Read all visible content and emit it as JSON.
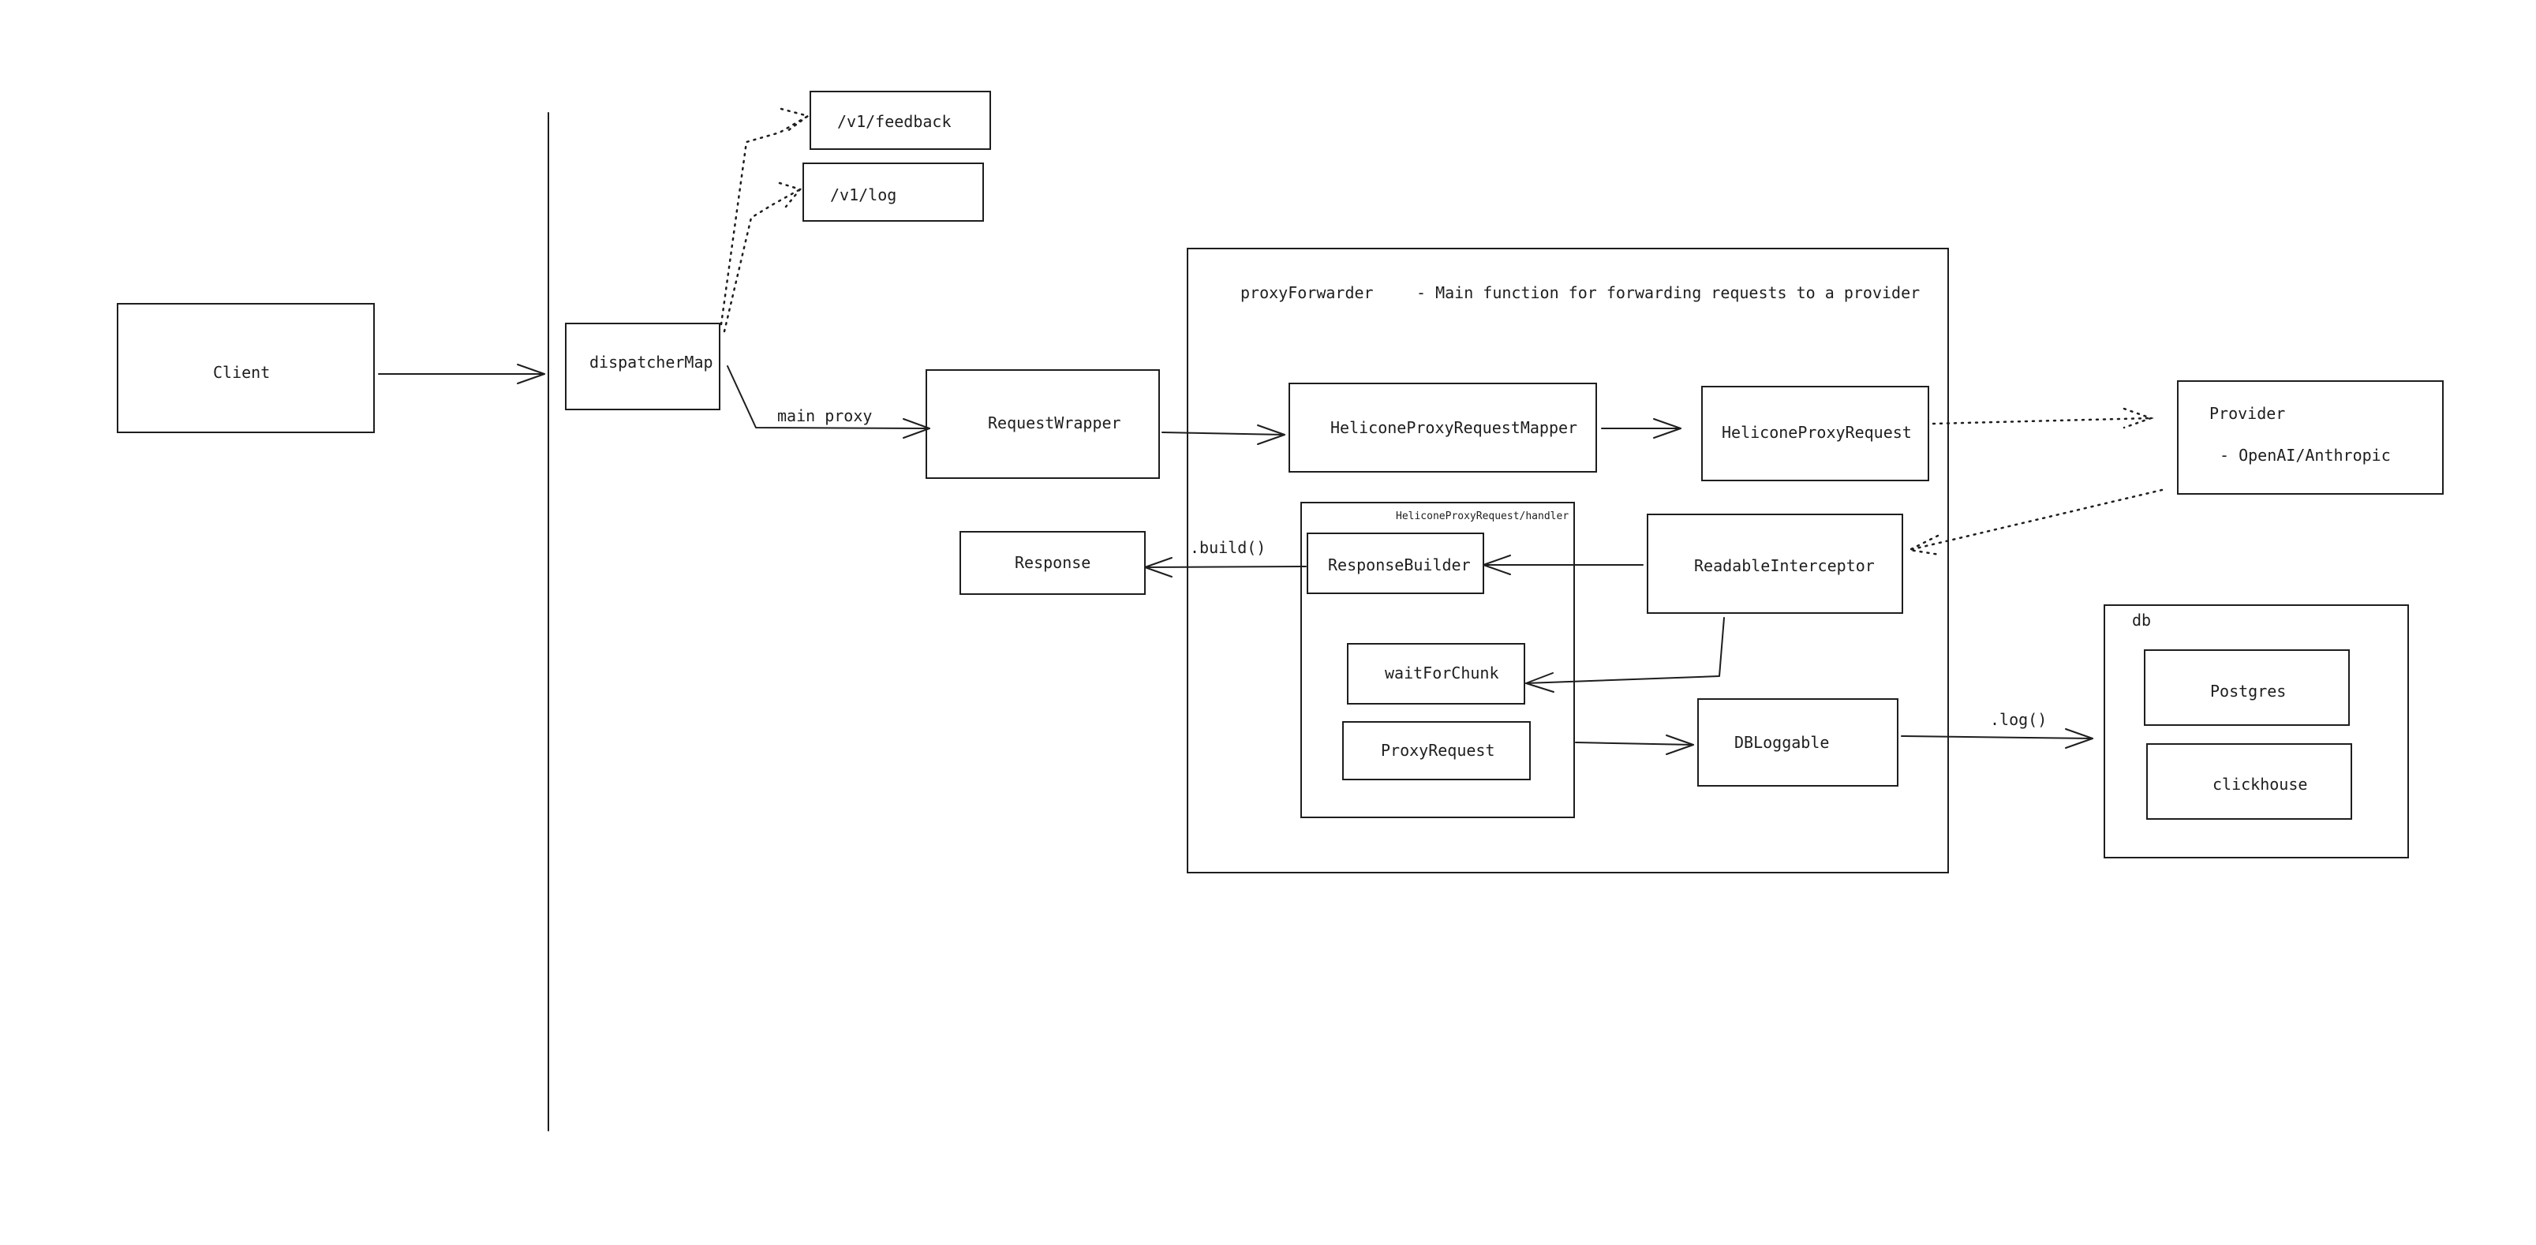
{
  "nodes": {
    "client": "Client",
    "dispatcher_map": "dispatcherMap",
    "v1_feedback": "/v1/feedback",
    "v1_log": "/v1/log",
    "request_wrapper": "RequestWrapper",
    "proxy_forwarder_title": "proxyForwarder",
    "proxy_forwarder_desc": "- Main function for forwarding requests to a provider",
    "helicone_proxy_request_mapper": "HeliconeProxyRequestMapper",
    "helicone_proxy_request": "HeliconeProxyRequest",
    "handler_group": "HeliconeProxyRequest/handler",
    "response_builder": "ResponseBuilder",
    "wait_for_chunk": "waitForChunk",
    "proxy_request": "ProxyRequest",
    "readable_interceptor": "ReadableInterceptor",
    "db_loggable": "DBLoggable",
    "response": "Response",
    "provider_title": "Provider",
    "provider_desc": "- OpenAI/Anthropic",
    "db_title": "db",
    "postgres": "Postgres",
    "clickhouse": "clickhouse"
  },
  "edge_labels": {
    "main_proxy": "main proxy",
    "build": ".build()",
    "log": ".log()"
  }
}
